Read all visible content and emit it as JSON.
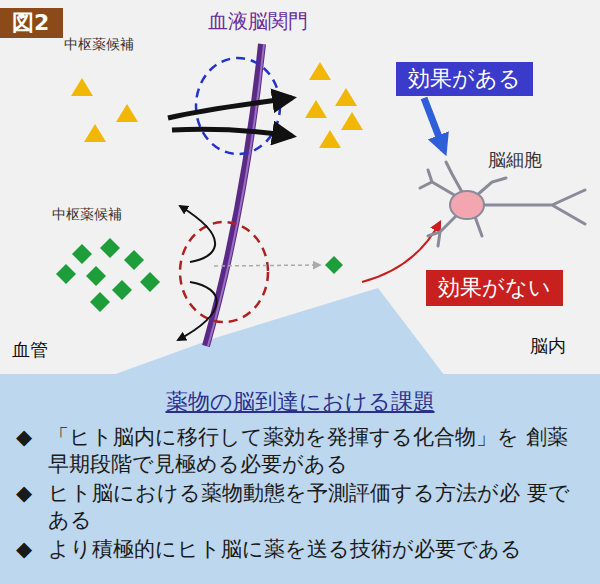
{
  "diagram": {
    "nodes": [
      {
        "text": [
          "効果がある"
        ]
      },
      {
        "text": [
          "効果がない"
        ]
      },
      {
        "text": [
          "脳細胞"
        ]
      },
      {
        "text": [
          "薬物の脳到達における課題",
          "「ヒト脳内に移行して薬効を発揮する化合物」を 創薬早期段階で見極める必要がある",
          "ヒト脳における薬物動態を予測評価する方法が必 要である",
          "より積極的にヒト脳に薬を送る技術が必要である"
        ]
      }
    ],
    "edges": [
      {
        "from": 0,
        "to": 2,
        "arrow": "to"
      }
    ],
    "labels": [
      "図2",
      "血液脳関門",
      "中枢薬候補",
      "中枢薬候補",
      "血管",
      "脳内",
      "◆",
      "◆",
      "◆"
    ]
  }
}
